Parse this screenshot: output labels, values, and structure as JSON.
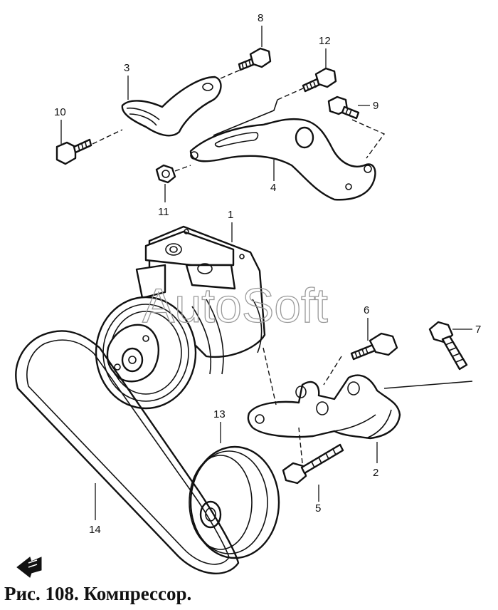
{
  "caption": "Рис. 108. Компрессор.",
  "watermark": "AutoSoft",
  "callouts": [
    "1",
    "2",
    "3",
    "4",
    "5",
    "6",
    "7",
    "8",
    "9",
    "10",
    "11",
    "12",
    "13",
    "14"
  ],
  "colors": {
    "ink": "#111111",
    "background": "#ffffff",
    "watermark": "#9a9a9a"
  },
  "icons": [
    "front-arrow-icon"
  ]
}
